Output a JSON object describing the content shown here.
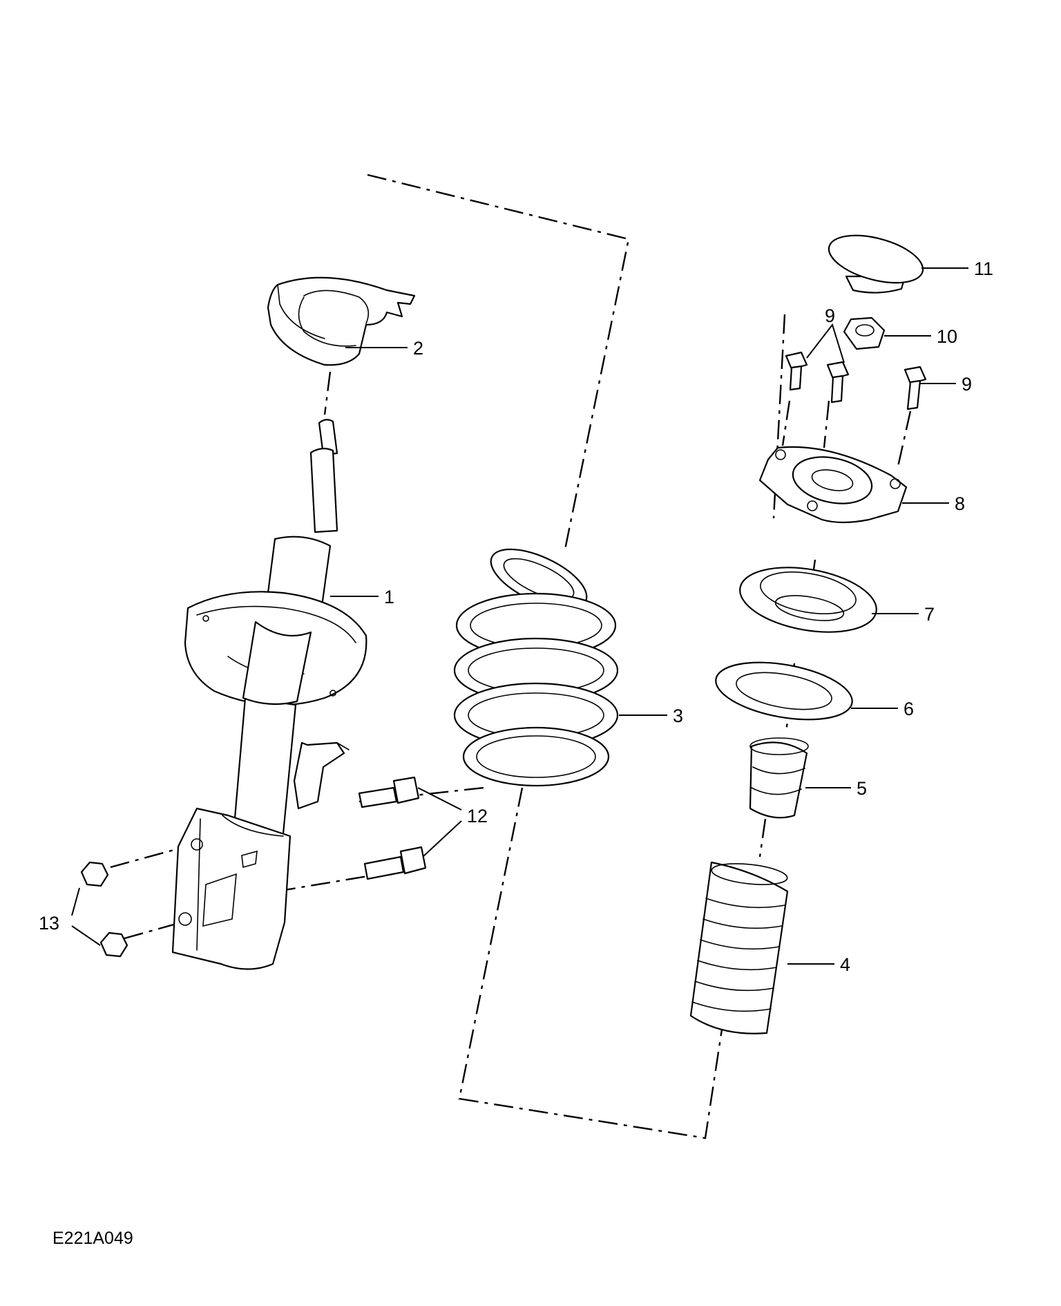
{
  "diagram": {
    "drawing_code": "E221A049",
    "callouts": [
      {
        "id": "c1",
        "text": "1"
      },
      {
        "id": "c2",
        "text": "2"
      },
      {
        "id": "c3",
        "text": "3"
      },
      {
        "id": "c4",
        "text": "4"
      },
      {
        "id": "c5",
        "text": "5"
      },
      {
        "id": "c6",
        "text": "6"
      },
      {
        "id": "c7",
        "text": "7"
      },
      {
        "id": "c8",
        "text": "8"
      },
      {
        "id": "c9a",
        "text": "9"
      },
      {
        "id": "c9b",
        "text": "9"
      },
      {
        "id": "c10",
        "text": "10"
      },
      {
        "id": "c11",
        "text": "11"
      },
      {
        "id": "c12",
        "text": "12"
      },
      {
        "id": "c13",
        "text": "13"
      }
    ],
    "colors": {
      "line": "#000000",
      "background": "#ffffff"
    }
  }
}
